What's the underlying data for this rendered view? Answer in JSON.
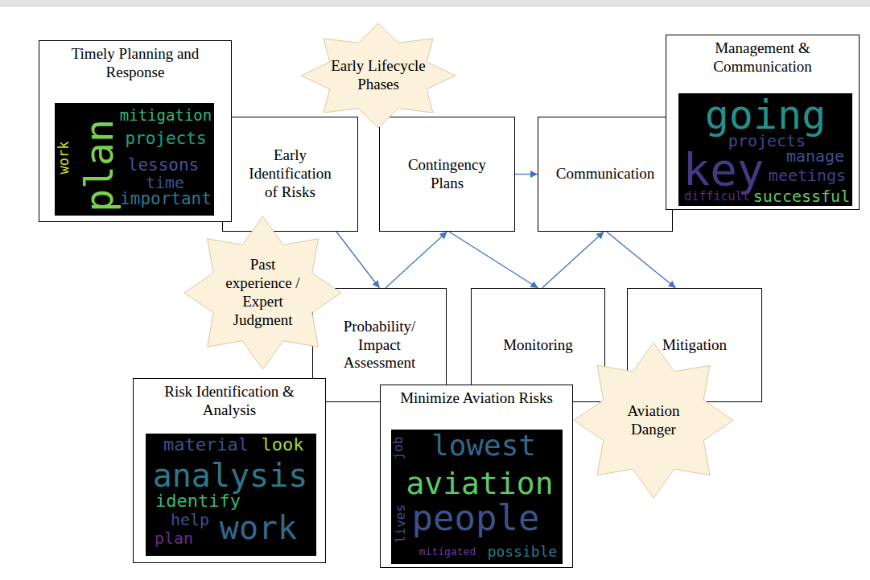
{
  "diagram": {
    "nodes": [
      {
        "text": [
          "Timely Planning and Response"
        ]
      },
      {
        "text": [
          "plan",
          "work",
          "mitigation",
          "projects",
          "lessons",
          "time",
          "important"
        ],
        "in": 0
      },
      {
        "text": [
          "Early Lifecycle Phases"
        ]
      },
      {
        "text": [
          "Early Identification of Risks"
        ]
      },
      {
        "text": [
          "Contingency Plans"
        ]
      },
      {
        "text": [
          "Communication"
        ]
      },
      {
        "text": [
          "Management & Communication"
        ]
      },
      {
        "text": [
          "going",
          "key",
          "projects",
          "manage",
          "meetings",
          "difficult",
          "successful"
        ],
        "in": 6
      },
      {
        "text": [
          "Past experience / Expert Judgment"
        ]
      },
      {
        "text": [
          "Probability/ Impact Assessment"
        ]
      },
      {
        "text": [
          "Monitoring"
        ]
      },
      {
        "text": [
          "Mitigation"
        ]
      },
      {
        "text": [
          "Risk Identification & Analysis"
        ]
      },
      {
        "text": [
          "material",
          "look",
          "analysis",
          "identify",
          "help",
          "work",
          "plan"
        ],
        "in": 12
      },
      {
        "text": [
          "Minimize Aviation Risks"
        ]
      },
      {
        "text": [
          "job",
          "lowest",
          "aviation",
          "lives",
          "people",
          "mitigated",
          "possible"
        ],
        "in": 14
      },
      {
        "text": [
          "Aviation Danger"
        ]
      }
    ],
    "edges": [
      {
        "from": 3,
        "to": 9,
        "arrow": "to"
      },
      {
        "from": 9,
        "to": 4,
        "arrow": "to"
      },
      {
        "from": 4,
        "to": 5,
        "arrow": "to"
      },
      {
        "from": 4,
        "to": 10,
        "arrow": "to"
      },
      {
        "from": 10,
        "to": 5,
        "arrow": "to"
      },
      {
        "from": 5,
        "to": 11,
        "arrow": "to"
      }
    ]
  }
}
